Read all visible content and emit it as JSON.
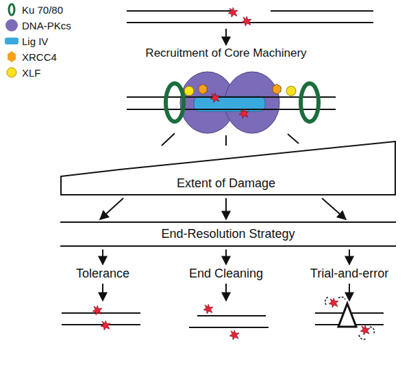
{
  "diagram": {
    "nodes": [
      {
        "text": [
          "Extent of Damage"
        ]
      },
      {
        "text": [
          "End-Resolution Strategy"
        ]
      },
      {
        "text": [
          "Tolerance"
        ]
      },
      {
        "text": [
          "End Cleaning"
        ]
      },
      {
        "text": [
          "Trial-and-error"
        ]
      }
    ],
    "edges": [
      {
        "from": 0,
        "to": 1,
        "arrow": "to"
      },
      {
        "from": 0,
        "to": 1,
        "arrow": "to"
      },
      {
        "from": 0,
        "to": 1,
        "arrow": "to"
      },
      {
        "from": 1,
        "to": 2,
        "arrow": "to"
      },
      {
        "from": 1,
        "to": 3,
        "arrow": "to"
      },
      {
        "from": 1,
        "to": 4,
        "arrow": "to"
      }
    ],
    "labels": [
      "Recruitment of Core Machinery"
    ],
    "legend": [
      {
        "text": "Ku 70/80",
        "color": "#1b6e3c"
      },
      {
        "text": "DNA-PKcs",
        "color": "#7b6bb8"
      },
      {
        "text": "Lig IV",
        "color": "#3aa9de"
      },
      {
        "text": "XRCC4",
        "color": "#f6a11c"
      },
      {
        "text": "XLF",
        "color": "#ffe21a"
      }
    ]
  }
}
